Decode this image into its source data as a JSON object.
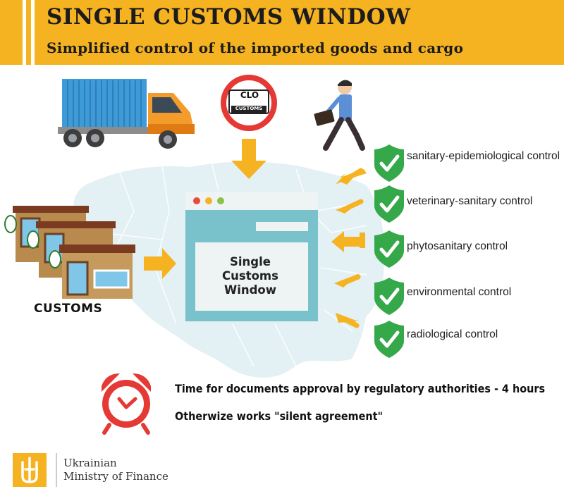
{
  "header": {
    "title": "SINGLE CUSTOMS WINDOW",
    "subtitle": "Simplified control of the imported goods and cargo"
  },
  "sign": {
    "top_text": "CLO",
    "bottom_text": "CUSTOMS"
  },
  "window": {
    "line1": "Single",
    "line2": "Customs",
    "line3": "Window"
  },
  "customs_label": "CUSTOMS",
  "controls": [
    "sanitary-epidemiological control",
    "veterinary-sanitary control",
    "phytosanitary control",
    "environmental control",
    "radiological control"
  ],
  "time_note": {
    "line1": "Time for documents approval by regulatory authorities - 4 hours",
    "line2": "Otherwize works \"silent agreement\""
  },
  "footer": {
    "line1": "Ukrainian",
    "line2": "Ministry of Finance"
  },
  "colors": {
    "accent": "#f6b321",
    "map": "#e3f0f4",
    "window_frame": "#79c2cb",
    "check": "#35a84a",
    "alarm": "#e53935"
  },
  "icons": [
    "truck-icon",
    "customs-sign-icon",
    "businessman-icon",
    "building-icon",
    "check-shield-icon",
    "alarm-clock-icon",
    "trident-emblem"
  ]
}
